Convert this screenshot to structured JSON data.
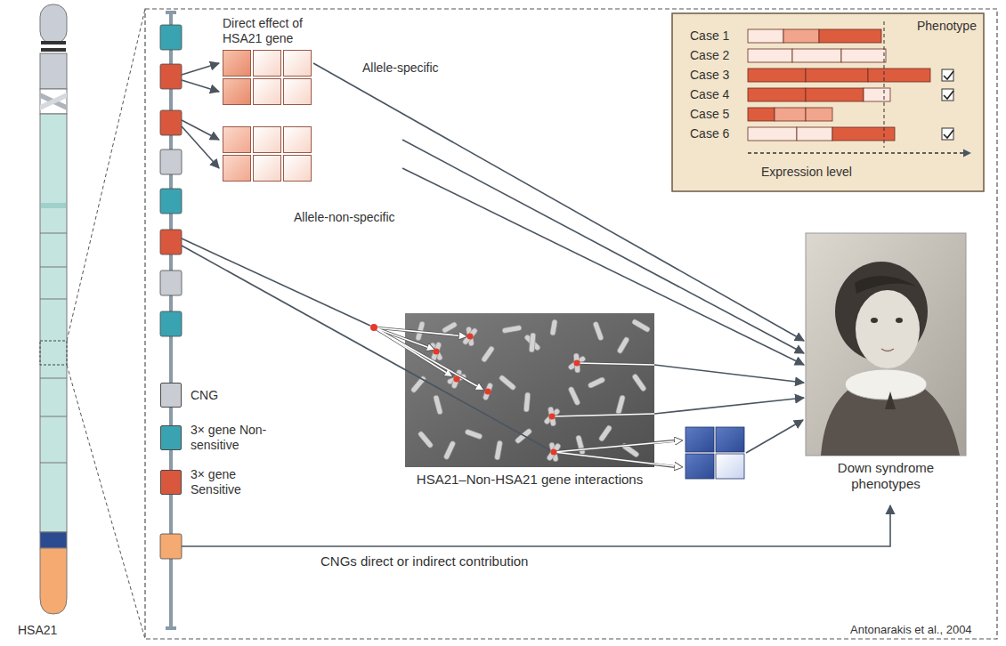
{
  "diagram": {
    "nodes": [
      {
        "text": [
          "Direct effect of HSA21 gene"
        ]
      },
      {
        "text": [
          "Allele-non-specific"
        ]
      },
      {
        "text": [
          "HSA21–Non-HSA21 gene interactions"
        ]
      },
      {
        "text": [
          "Down syndrome phenotypes"
        ]
      },
      {
        "text": [
          "Phenotype",
          "Case 1",
          "Case 2",
          "Case 3",
          "Case 4",
          "Case 5",
          "Case 6",
          "Expression level"
        ]
      }
    ],
    "edges": [
      {
        "from": 0,
        "to": 3,
        "label": "Allele-specific",
        "arrow": "to"
      },
      {
        "from": 1,
        "to": 3,
        "arrow": "to"
      },
      {
        "from": 1,
        "to": 3,
        "arrow": "to"
      },
      {
        "from": 2,
        "to": 3,
        "arrow": "to"
      },
      {
        "from": 2,
        "to": 3,
        "arrow": "to"
      }
    ],
    "labels": [
      "HSA21",
      "CNGs direct or indirect contribution",
      "Antonarakis et al., 2004"
    ],
    "legend": [
      {
        "text": "CNG",
        "color": "#c9ccd3"
      },
      {
        "text": "3× gene Non-sensitive",
        "color": "#3aa3b1"
      },
      {
        "text": "3× gene Sensitive",
        "color": "#d9573c"
      }
    ]
  }
}
